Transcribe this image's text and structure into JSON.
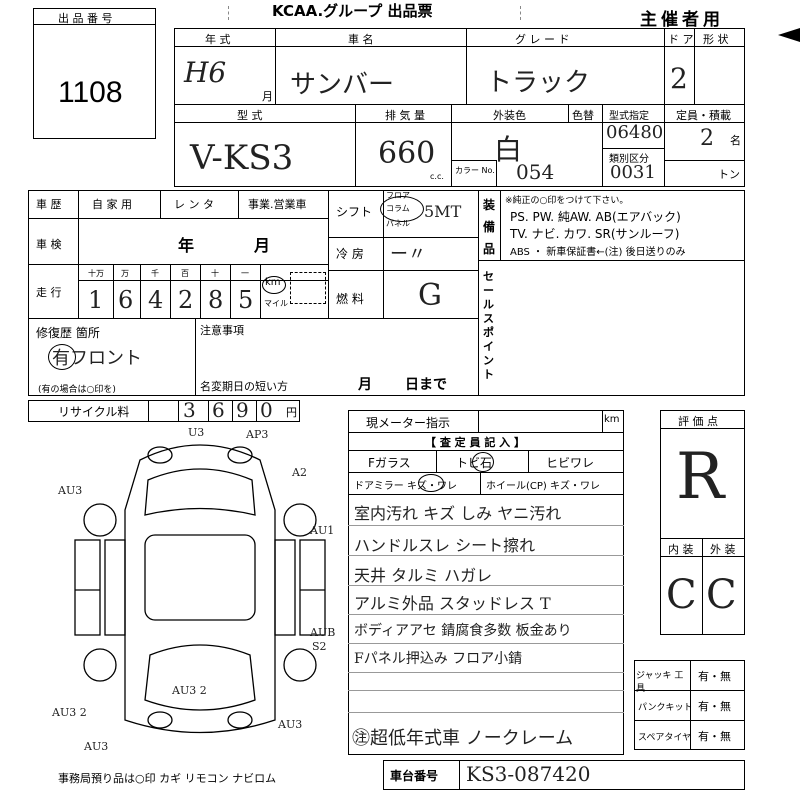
{
  "header": {
    "lot_label": "出 品 番 号",
    "lot_number": "1108",
    "org_title": "KCAA.グループ 出品票",
    "organizer": "主催者用"
  },
  "row1": {
    "year_label": "年 式",
    "car_name_label": "車 名",
    "grade_label": "グ レ ー ド",
    "doors_label": "ド ア",
    "shape_label": "形 状",
    "year_value": "H6",
    "month_suffix": "月",
    "car_name_value": "サンバー",
    "grade_value": "トラック",
    "doors_value": "2"
  },
  "row2": {
    "model_label": "型 式",
    "displacement_label": "排 気 量",
    "exterior_color_label": "外装色",
    "color_change_label": "色替",
    "type_designation_label": "型式指定",
    "category_label": "類別区分",
    "capacity_label": "定員・積載",
    "model_value": "V-KS3",
    "displacement_value": "660",
    "cc_unit": "c.c.",
    "color_value": "白",
    "color_no_label": "カラー No.",
    "color_no_value": "054",
    "type_designation_value": "06480",
    "category_value": "0031",
    "capacity_value": "2",
    "persons_unit": "名",
    "ton_unit": "トン"
  },
  "history": {
    "label": "車 歴",
    "options": [
      "自 家 用",
      "レ ン タ",
      "事業.営業車"
    ]
  },
  "shift": {
    "label": "シフト",
    "options": [
      "フロア",
      "コラム",
      "パネル"
    ],
    "value": "5MT"
  },
  "equipment": {
    "label_chars": [
      "装",
      "備",
      "品"
    ],
    "note": "※純正の○印をつけて下さい。",
    "line1": "PS. PW. 純AW. AB(エアバック)",
    "line2": "TV. ナビ. カワ. SR(サンルーフ)",
    "line3": "ABS ・ 新車保証書←(注) 後日送りのみ"
  },
  "inspection": {
    "label": "車 検",
    "year_unit": "年",
    "month_unit": "月"
  },
  "aircon": {
    "label": "冷 房",
    "value": "ー〃"
  },
  "mileage": {
    "label": "走 行",
    "digit_labels": [
      "十万",
      "万",
      "千",
      "百",
      "十",
      "一"
    ],
    "digits": [
      "1",
      "6",
      "4",
      "2",
      "8",
      "5"
    ],
    "km_label": "km",
    "mile_label": "マイル"
  },
  "fuel": {
    "label": "燃 料",
    "value": "G"
  },
  "sales_point": {
    "label_chars": [
      "セ",
      "ー",
      "ル",
      "ス",
      "ポ",
      "イ",
      "ン",
      "ト"
    ]
  },
  "repair": {
    "label": "修復歴 箇所",
    "value": "有フロント",
    "note": "(有の場合は○印を)"
  },
  "notes": {
    "label": "注意事項",
    "deadline_label": "名変期日の短い方",
    "month_unit": "月",
    "day_unit": "日まで"
  },
  "recycle": {
    "label": "リサイクル料",
    "digits": [
      "3",
      "6",
      "9",
      "0"
    ],
    "yen": "円"
  },
  "meter": {
    "label": "現メーター指示",
    "unit": "km"
  },
  "inspector": {
    "header": "【 査 定 員 記 入 】",
    "row1": [
      "Fガラス",
      "トビ石",
      "ヒビワレ"
    ],
    "row2": [
      "ドアミラー キズ・ワレ",
      "ホイール(CP) キズ・ワレ"
    ],
    "comments": [
      "室内汚れ キズ しみ ヤニ汚れ",
      "ハンドルスレ シート擦れ",
      "天井 タルミ ハガレ",
      "アルミ外品 スタッドレス T",
      "ボディアアセ 錆腐食多数 板金あり",
      "Fパネル押込み フロア小錆",
      "㊟超低年式車 ノークレーム"
    ]
  },
  "rating": {
    "label": "評 価 点",
    "value": "R",
    "interior_label": "内 装",
    "exterior_label": "外 装",
    "interior_value": "C",
    "exterior_value": "C"
  },
  "accessories": {
    "rows": [
      {
        "label": "ジャッキ 工 具",
        "value": "有・無"
      },
      {
        "label": "パンクキット",
        "value": "有・無"
      },
      {
        "label": "スペアタイヤ",
        "value": "有・無"
      }
    ]
  },
  "chassis": {
    "label": "車台番号",
    "value": "KS3-087420"
  },
  "diagram": {
    "marks": [
      "U3",
      "AP3",
      "A2",
      "AU1",
      "AU3",
      "AUB",
      "S2",
      "AU3 2",
      "AU3 2",
      "AU3",
      "AU3"
    ]
  },
  "footer": {
    "note": "事務局預り品は○印 カギ リモコン ナビロム"
  }
}
